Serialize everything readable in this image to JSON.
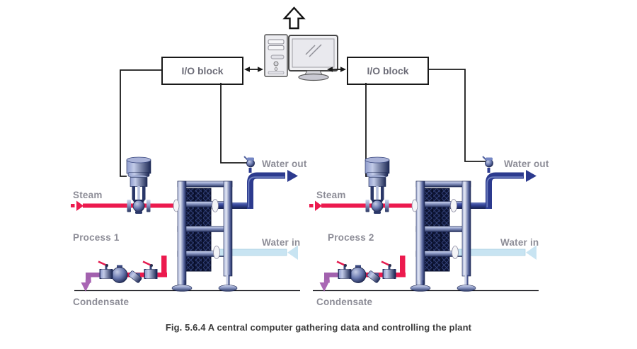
{
  "caption": "Fig. 5.6.4 A central computer gathering data and controlling the plant",
  "computer": {
    "icon": "desktop-computer-icon",
    "up_arrow_icon": "up-arrow-icon"
  },
  "io_blocks": {
    "left": {
      "label": "I/O block"
    },
    "right": {
      "label": "I/O block"
    }
  },
  "processes": [
    {
      "name": "Process 1",
      "steam_label": "Steam",
      "water_out_label": "Water out",
      "water_in_label": "Water in",
      "condensate_label": "Condensate"
    },
    {
      "name": "Process 2",
      "steam_label": "Steam",
      "water_out_label": "Water out",
      "water_in_label": "Water in",
      "condensate_label": "Condensate"
    }
  ],
  "colors": {
    "steam_red": "#ec1a4e",
    "water_out_blue": "#2c3a8e",
    "water_in_lightblue": "#c8e4f2",
    "condensate_purple": "#a261ae",
    "label_gray": "#8d8d97",
    "wire_black": "#1a1a1a"
  }
}
